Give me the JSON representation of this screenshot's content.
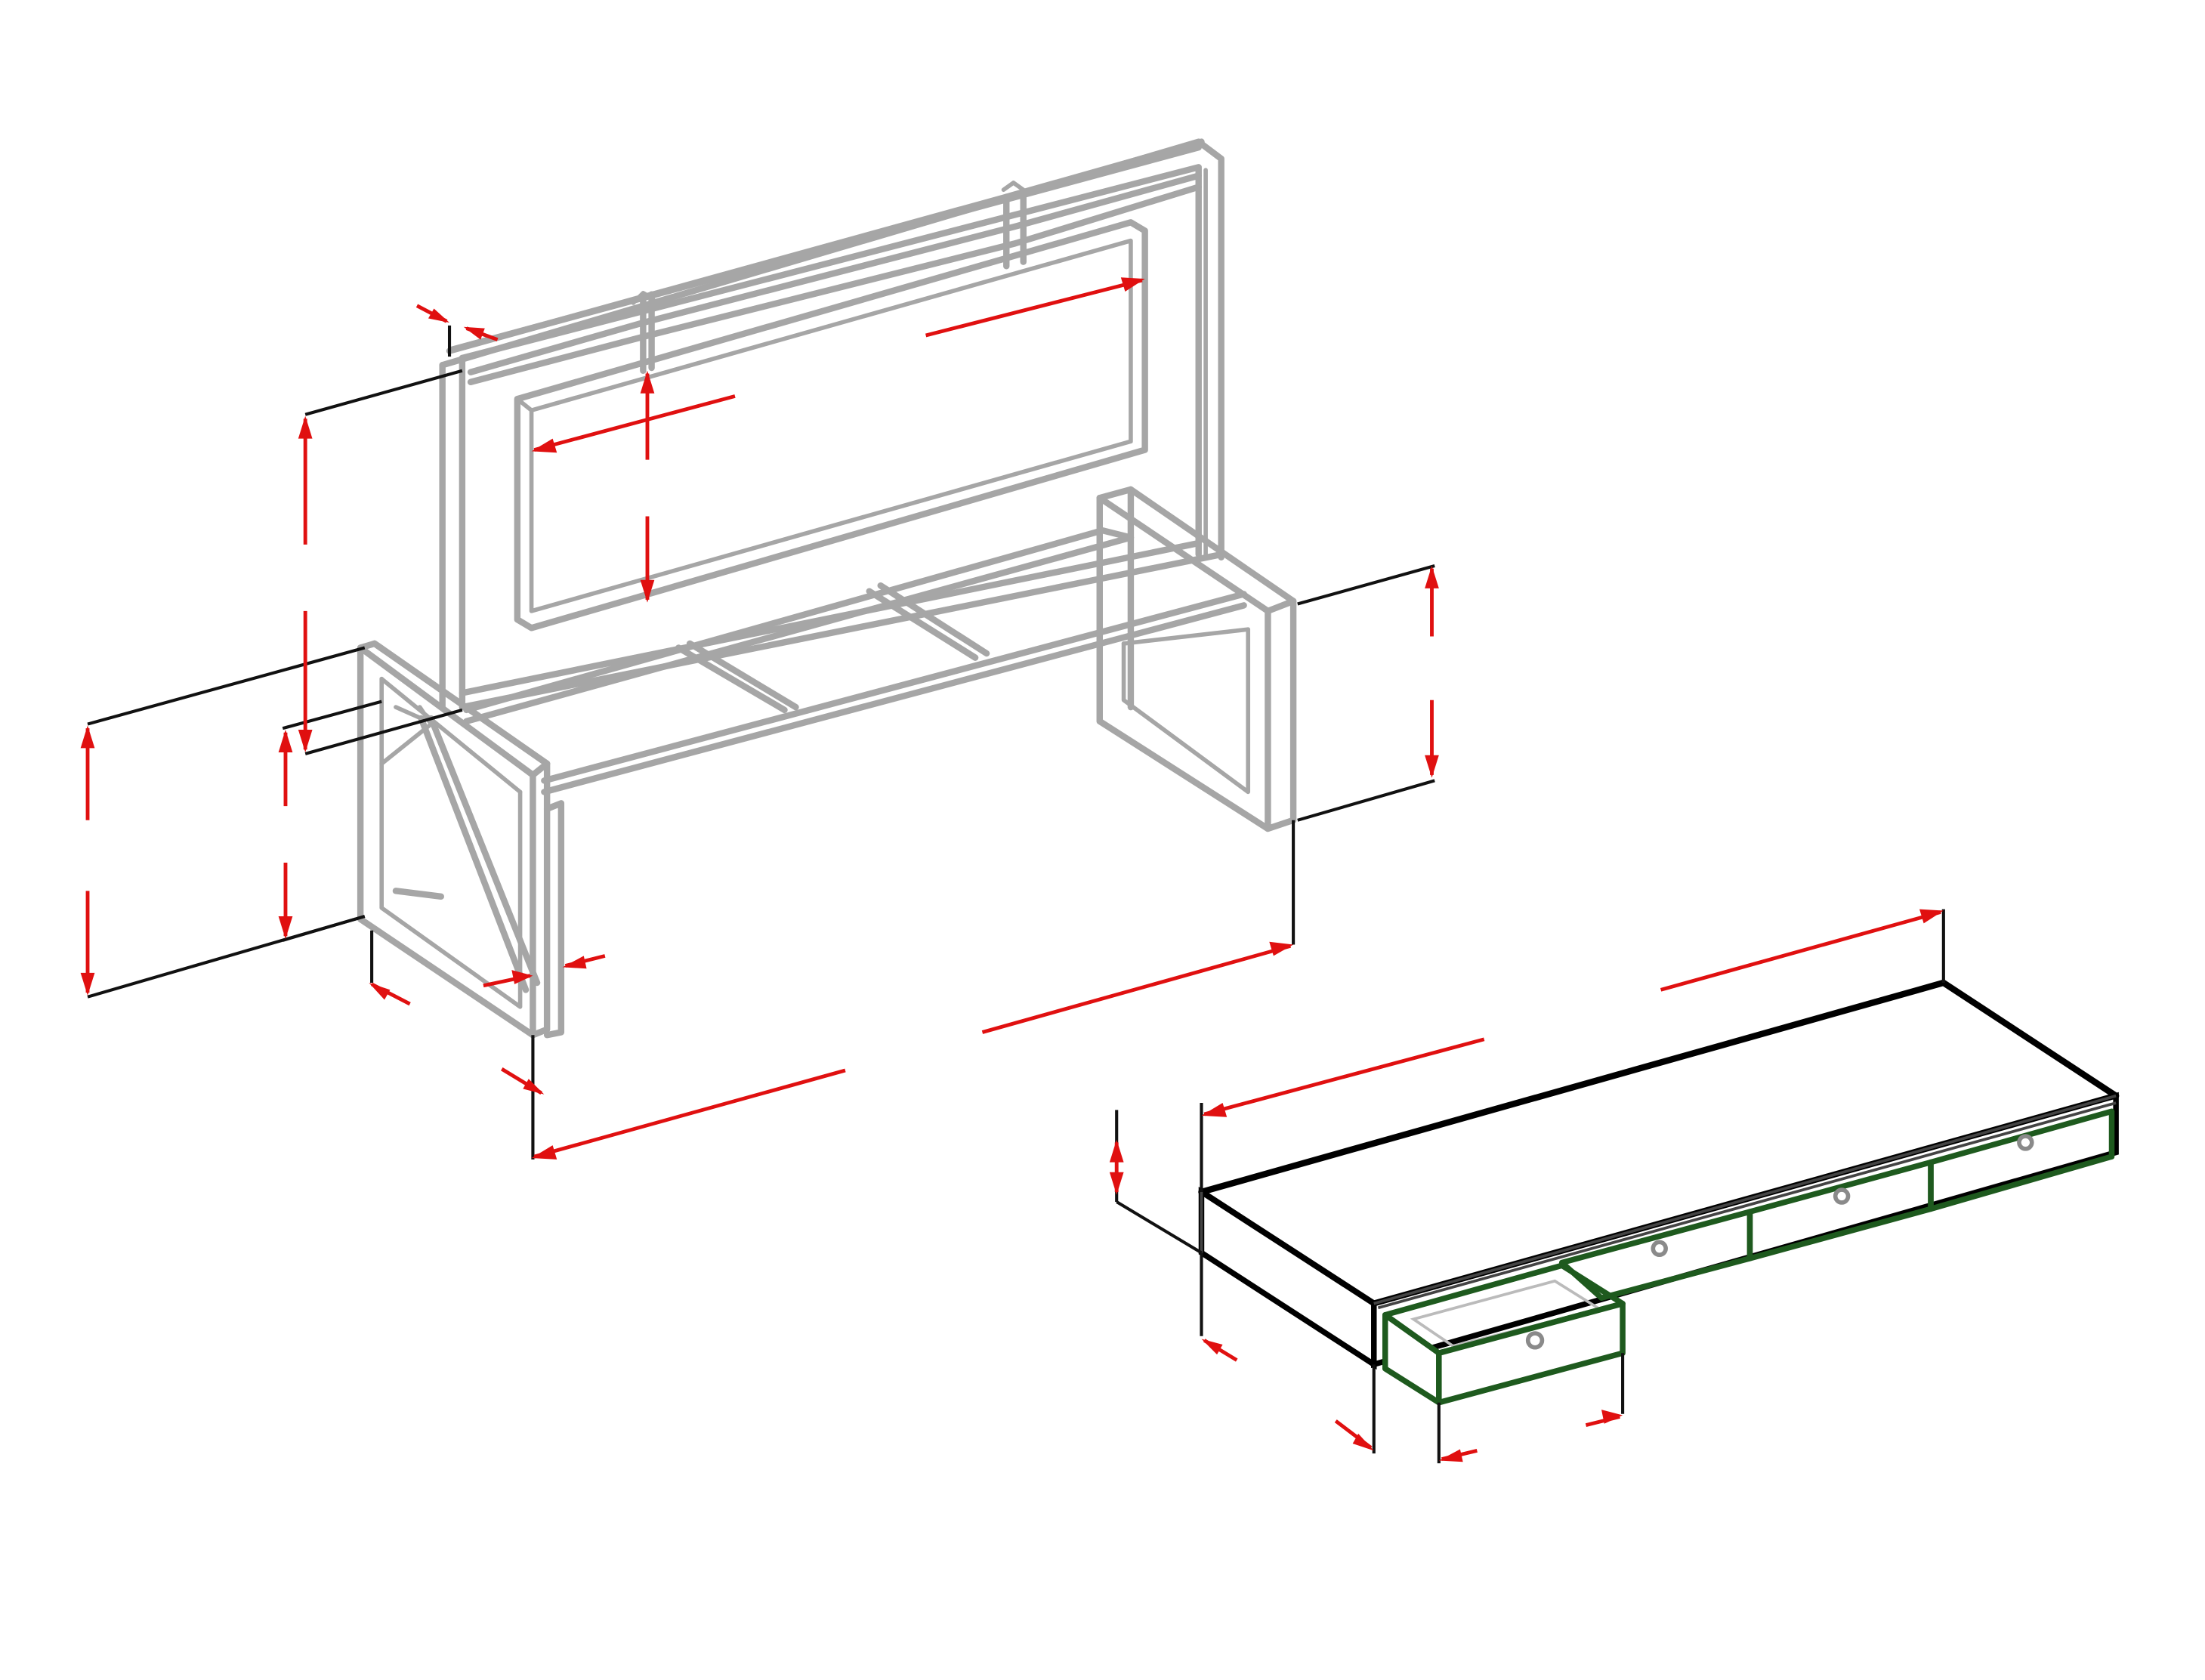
{
  "drawing": {
    "subjects": [
      "bench-frame",
      "floating-shelf-with-drawers"
    ],
    "colors": {
      "frame_line": "#a6a6a6",
      "dimension_arrow": "#e01010",
      "extension_line": "#111111",
      "shelf_outline": "#000000",
      "drawer_outline": "#1e5a1e"
    },
    "shelf": {
      "drawer_count": 4,
      "open_drawer_count": 1
    },
    "dimension_labels": []
  }
}
